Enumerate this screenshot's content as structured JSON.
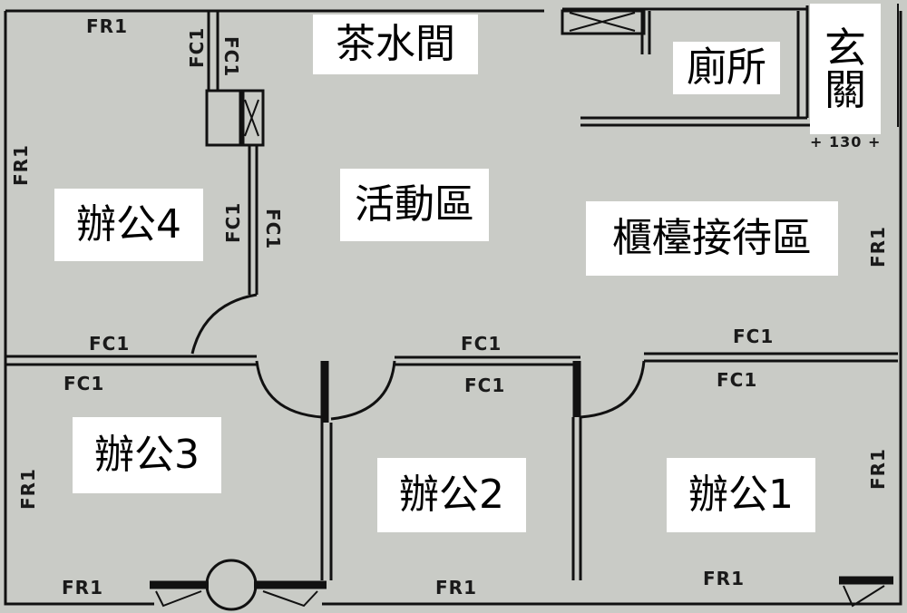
{
  "title": "Office floor plan",
  "colors": {
    "paper": "#c9cbc6",
    "ink": "#111111",
    "label_bg": "#ffffff"
  },
  "rooms": {
    "pantry": "茶水間",
    "toilet": "廁所",
    "entrance": "玄關",
    "activity_area": "活動區",
    "reception": "櫃檯接待區",
    "office4": "辦公4",
    "office3": "辦公3",
    "office2": "辦公2",
    "office1": "辦公1"
  },
  "entrance_chars": [
    "玄",
    "關"
  ],
  "wall_codes": {
    "fr1": "FR1",
    "fc1": "FC1"
  },
  "dimension_mark": "+ 130 +"
}
